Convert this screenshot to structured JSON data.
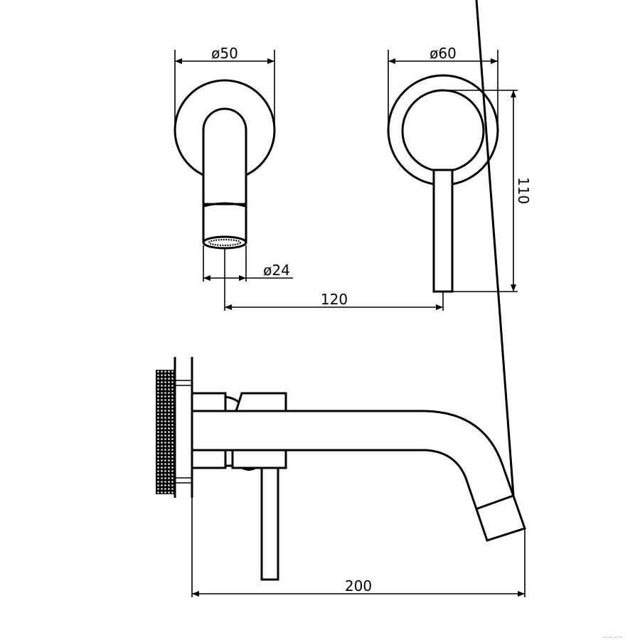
{
  "drawing": {
    "title": "Wall-mounted basin mixer dimension drawing",
    "dimensions": {
      "spout_plate_diameter": "ø50",
      "handle_plate_diameter": "ø60",
      "spout_outlet_diameter": "ø24",
      "spout_handle_spacing": "120",
      "handle_height": "110",
      "spout_projection": "200"
    },
    "footer_text": "Mynotes Lemonite"
  }
}
